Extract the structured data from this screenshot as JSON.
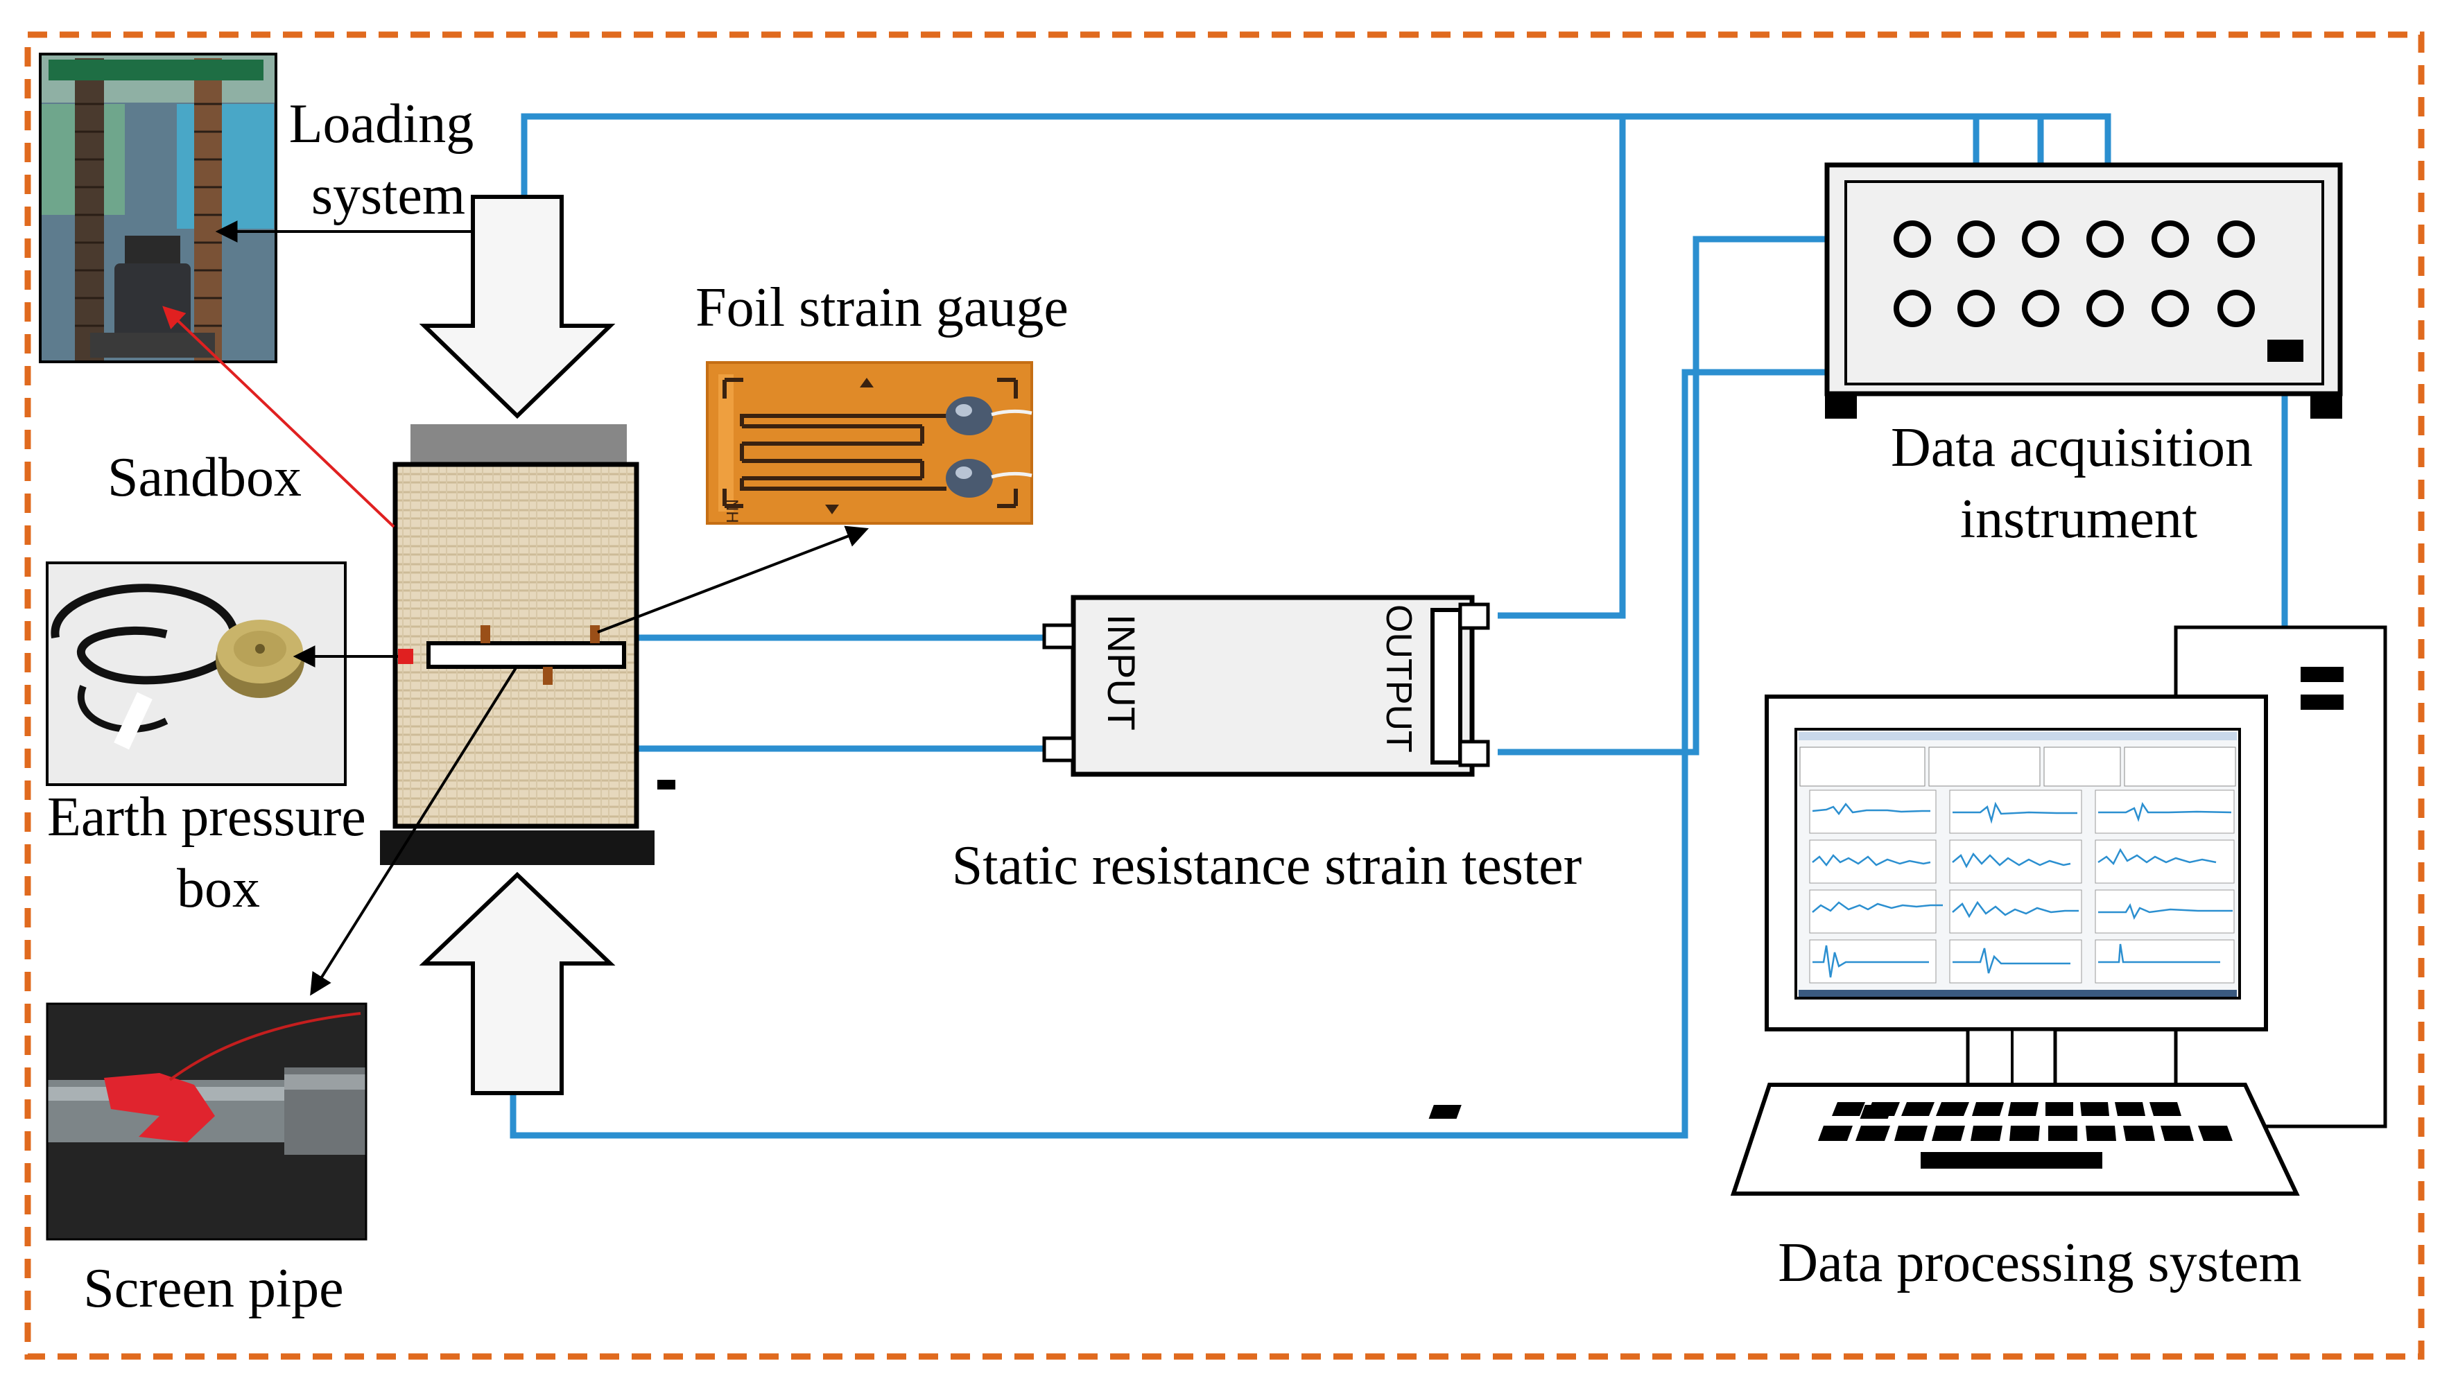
{
  "labels": {
    "loading_line1": "Loading",
    "loading_line2": "system",
    "foil_strain_gauge": "Foil strain gauge",
    "sandbox": "Sandbox",
    "earth_pressure_line1": "Earth pressure",
    "earth_pressure_line2": "box",
    "screen_pipe": "Screen pipe",
    "tester_input": "INPUT",
    "tester_output": "OUTPUT",
    "static_tester": "Static resistance strain tester",
    "daq_line1": "Data acquisition",
    "daq_line2": "instrument",
    "processing": "Data processing system"
  },
  "colors": {
    "frame_dashed": "#E06A1E",
    "wire": "#2B8FD0",
    "pointer_red": "#E02020",
    "tape_red": "#E0242E",
    "foil_orange": "#E08A28",
    "sand": "#E6D8BD"
  }
}
